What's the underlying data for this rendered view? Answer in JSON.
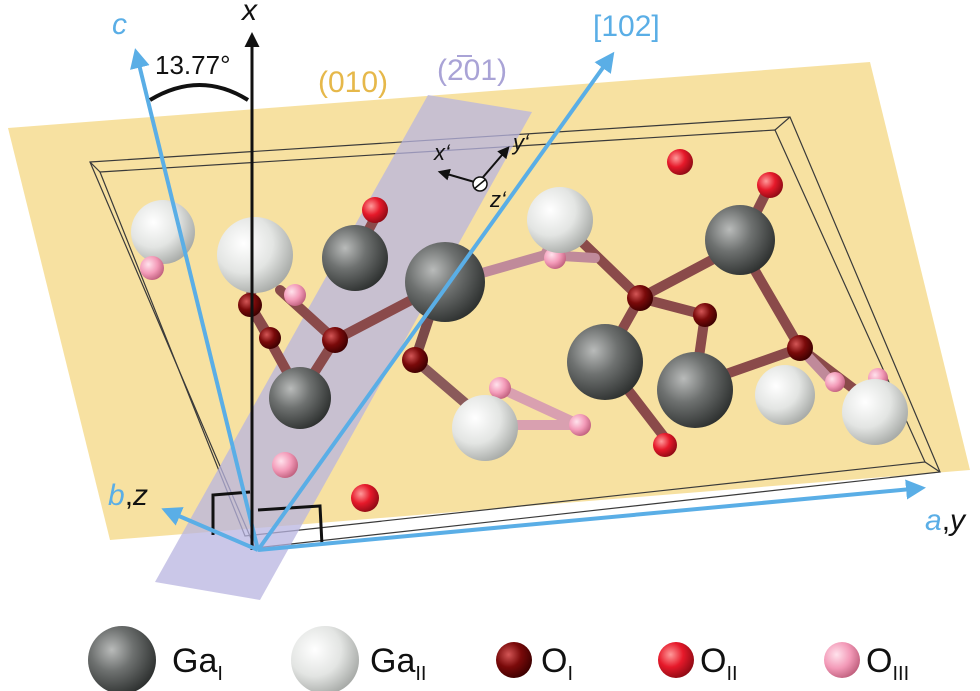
{
  "labels": {
    "c": "c",
    "x": "x",
    "angle": "13.77°",
    "plane_010": "(010)",
    "plane_201": "(201)",
    "direction_102": "[102]",
    "x_prime": "x‘",
    "y_prime": "y‘",
    "z_prime": "z‘",
    "b": "b",
    "z": "z",
    "a": "a",
    "y": "y",
    "comma": ","
  },
  "legend": [
    {
      "base": "Ga",
      "sub": "I",
      "color": "#6e7170"
    },
    {
      "base": "Ga",
      "sub": "II",
      "color": "#e6e8e6"
    },
    {
      "base": "O",
      "sub": "I",
      "color": "#7a0a0a"
    },
    {
      "base": "O",
      "sub": "II",
      "color": "#e6192a"
    },
    {
      "base": "O",
      "sub": "III",
      "color": "#f39ab8"
    }
  ],
  "colors": {
    "axis_blue": "#5aaee6",
    "plane_010": "#f5d98a",
    "plane_201": "#b8b4e0",
    "label_010": "#e6b84a",
    "label_201": "#a9a3d6"
  }
}
